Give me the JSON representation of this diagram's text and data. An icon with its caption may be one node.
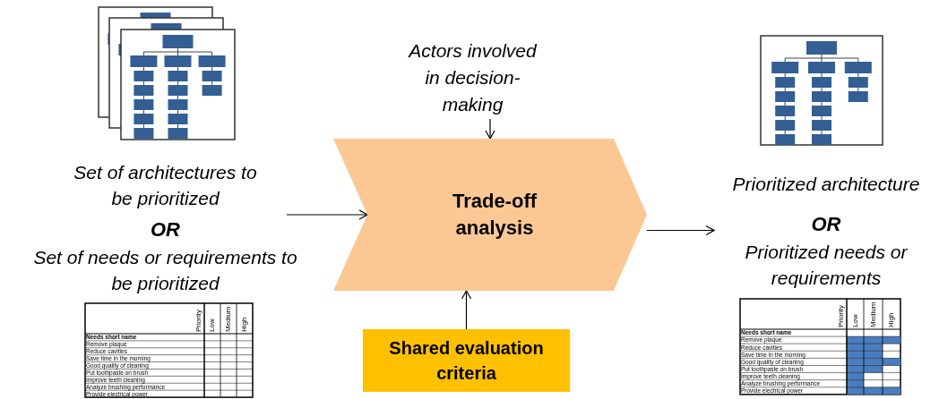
{
  "diagram": {
    "nodes": [
      {
        "text": [
          "Set of architectures to be prioritized",
          "OR",
          "Set of needs or requirements to be prioritized"
        ]
      },
      {
        "text": [
          "Trade-off analysis"
        ]
      },
      {
        "text": [
          "Actors involved in decision-making"
        ]
      },
      {
        "text": [
          "Shared evaluation criteria"
        ]
      },
      {
        "text": [
          "Prioritized architecture",
          "OR",
          "Prioritized needs or requirements"
        ]
      }
    ],
    "edges": [
      {
        "from": 0,
        "to": 1,
        "arrow": "to"
      },
      {
        "from": 2,
        "to": 1,
        "arrow": "to"
      },
      {
        "from": 3,
        "to": 1,
        "arrow": "to"
      },
      {
        "from": 1,
        "to": 4,
        "arrow": "to"
      }
    ],
    "labels": [
      "Priority",
      "Low",
      "Medium",
      "High",
      "Needs short name",
      "Remove plaque",
      "Reduce cavities",
      "Save time in the morning",
      "Good quality of cleaning",
      "Put toothpaste on brush",
      "Improve teeth cleaning",
      "Analyze brushing performance",
      "Provide electrical power",
      "Priority",
      "Low",
      "Medium",
      "High",
      "Needs short name",
      "Remove plaque",
      "Reduce cavities",
      "Save time in the morning",
      "Good quality of cleaning",
      "Put toothpaste on brush",
      "Improve teeth cleaning",
      "Analyze brushing performance",
      "Provide electrical power"
    ]
  }
}
